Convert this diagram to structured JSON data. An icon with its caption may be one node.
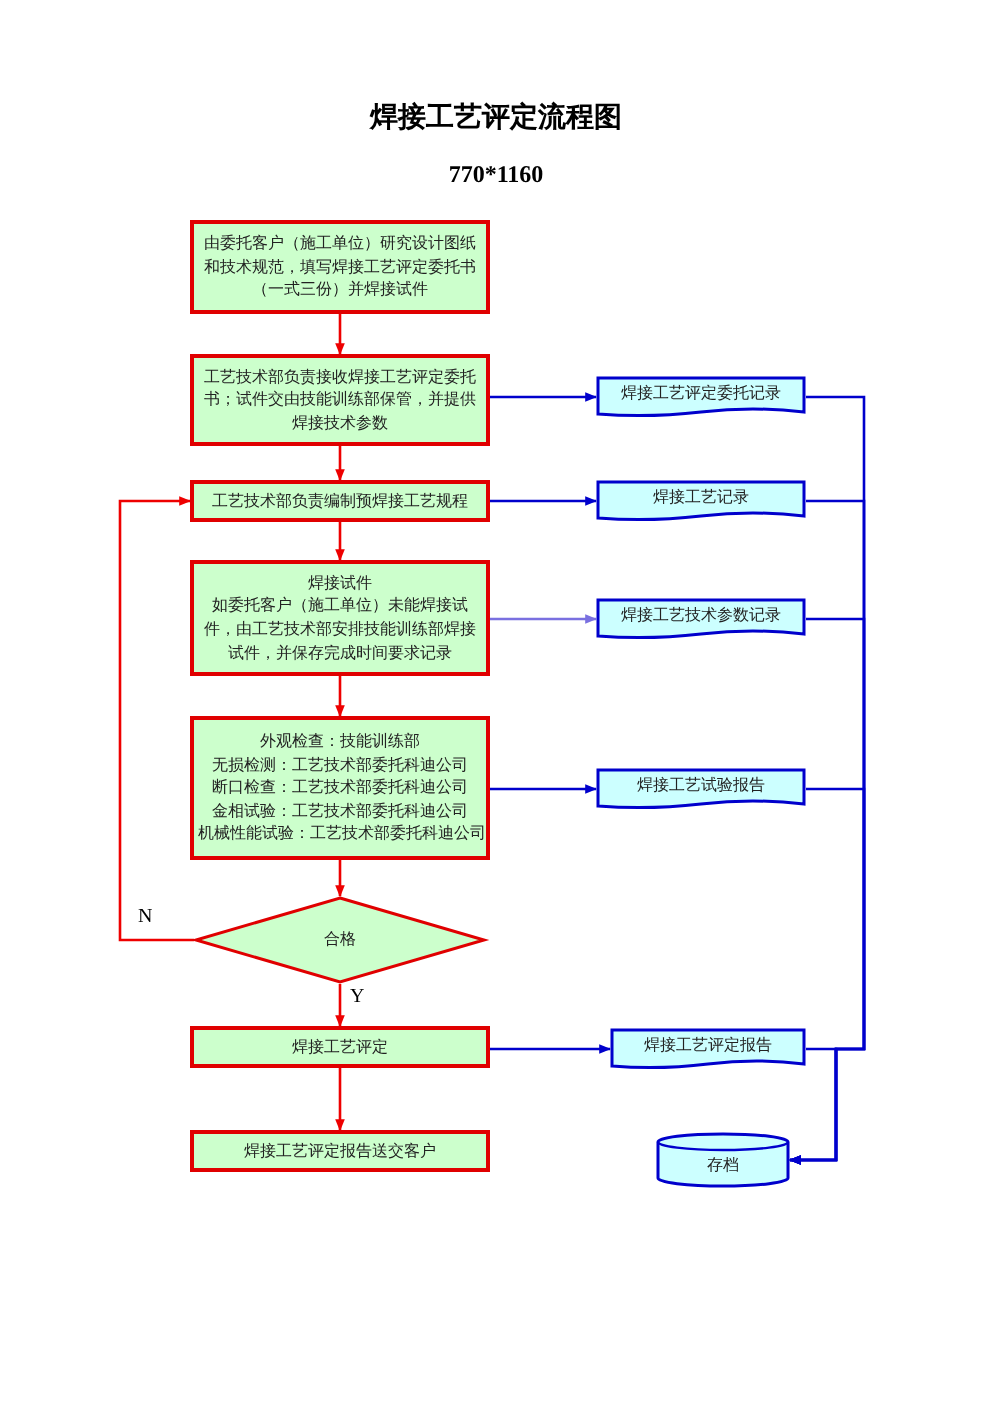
{
  "diagram": {
    "title": "焊接工艺评定流程图",
    "nodes": [
      {
        "text": [
          "由委托客户（施工单位）研究设计图纸和技术规范，填写焊接工艺评定委托书（一式三份）并焊接试件"
        ]
      },
      {
        "text": [
          "工艺技术部负责接收焊接工艺评定委托书；试件交由技能训练部保管，并提供焊接技术参数"
        ]
      },
      {
        "text": [
          "工艺技术部负责编制预焊接工艺规程"
        ]
      },
      {
        "text": [
          "焊接试件",
          "如委托客户（施工单位）未能焊接试件，由工艺技术部安排技能训练部焊接试件，并保存完成时间要求记录"
        ]
      },
      {
        "text": [
          "外观检查：技能训练部",
          "无损检测：工艺技术部委托科迪公司",
          "断口检查：工艺技术部委托科迪公司",
          "金相试验：工艺技术部委托科迪公司",
          "机械性能试验：工艺技术部委托科迪公司"
        ]
      },
      {
        "text": [
          "合格"
        ]
      },
      {
        "text": [
          "焊接工艺评定"
        ]
      },
      {
        "text": [
          "焊接工艺评定报告送交客户"
        ]
      },
      {
        "text": [
          "焊接工艺评定委托记录"
        ]
      },
      {
        "text": [
          "焊接工艺记录"
        ]
      },
      {
        "text": [
          "焊接工艺技术参数记录"
        ]
      },
      {
        "text": [
          "焊接工艺试验报告"
        ]
      },
      {
        "text": [
          "焊接工艺评定报告"
        ]
      },
      {
        "text": [
          "存档"
        ]
      }
    ],
    "edges": [
      {
        "from": 0,
        "to": 1,
        "arrow": "to",
        "color": "#ee0000"
      },
      {
        "from": 1,
        "to": 2,
        "arrow": "to",
        "color": "#ee0000"
      },
      {
        "from": 2,
        "to": 3,
        "arrow": "to",
        "color": "#ee0000"
      },
      {
        "from": 3,
        "to": 4,
        "arrow": "to",
        "color": "#ee0000"
      },
      {
        "from": 4,
        "to": 5,
        "arrow": "to",
        "color": "#ee0000"
      },
      {
        "from": 5,
        "to": 6,
        "arrow": "to",
        "label": "Y",
        "color": "#ee0000"
      },
      {
        "from": 5,
        "to": 2,
        "arrow": "to",
        "label": "N",
        "color": "#ee0000"
      },
      {
        "from": 6,
        "to": 7,
        "arrow": "to",
        "color": "#ee0000"
      },
      {
        "from": 1,
        "to": 8,
        "arrow": "to"
      },
      {
        "from": 2,
        "to": 9,
        "arrow": "to"
      },
      {
        "from": 3,
        "to": 10,
        "arrow": "to",
        "color": "#7a70e0"
      },
      {
        "from": 4,
        "to": 11,
        "arrow": "to"
      },
      {
        "from": 6,
        "to": 12,
        "arrow": "to"
      },
      {
        "from": 8,
        "to": 13,
        "arrow": "to"
      },
      {
        "from": 9,
        "to": 13,
        "arrow": "to"
      },
      {
        "from": 10,
        "to": 13,
        "arrow": "to"
      },
      {
        "from": 11,
        "to": 13,
        "arrow": "to"
      },
      {
        "from": 12,
        "to": 13,
        "arrow": "to"
      }
    ],
    "labels": [
      "770*1160"
    ]
  }
}
